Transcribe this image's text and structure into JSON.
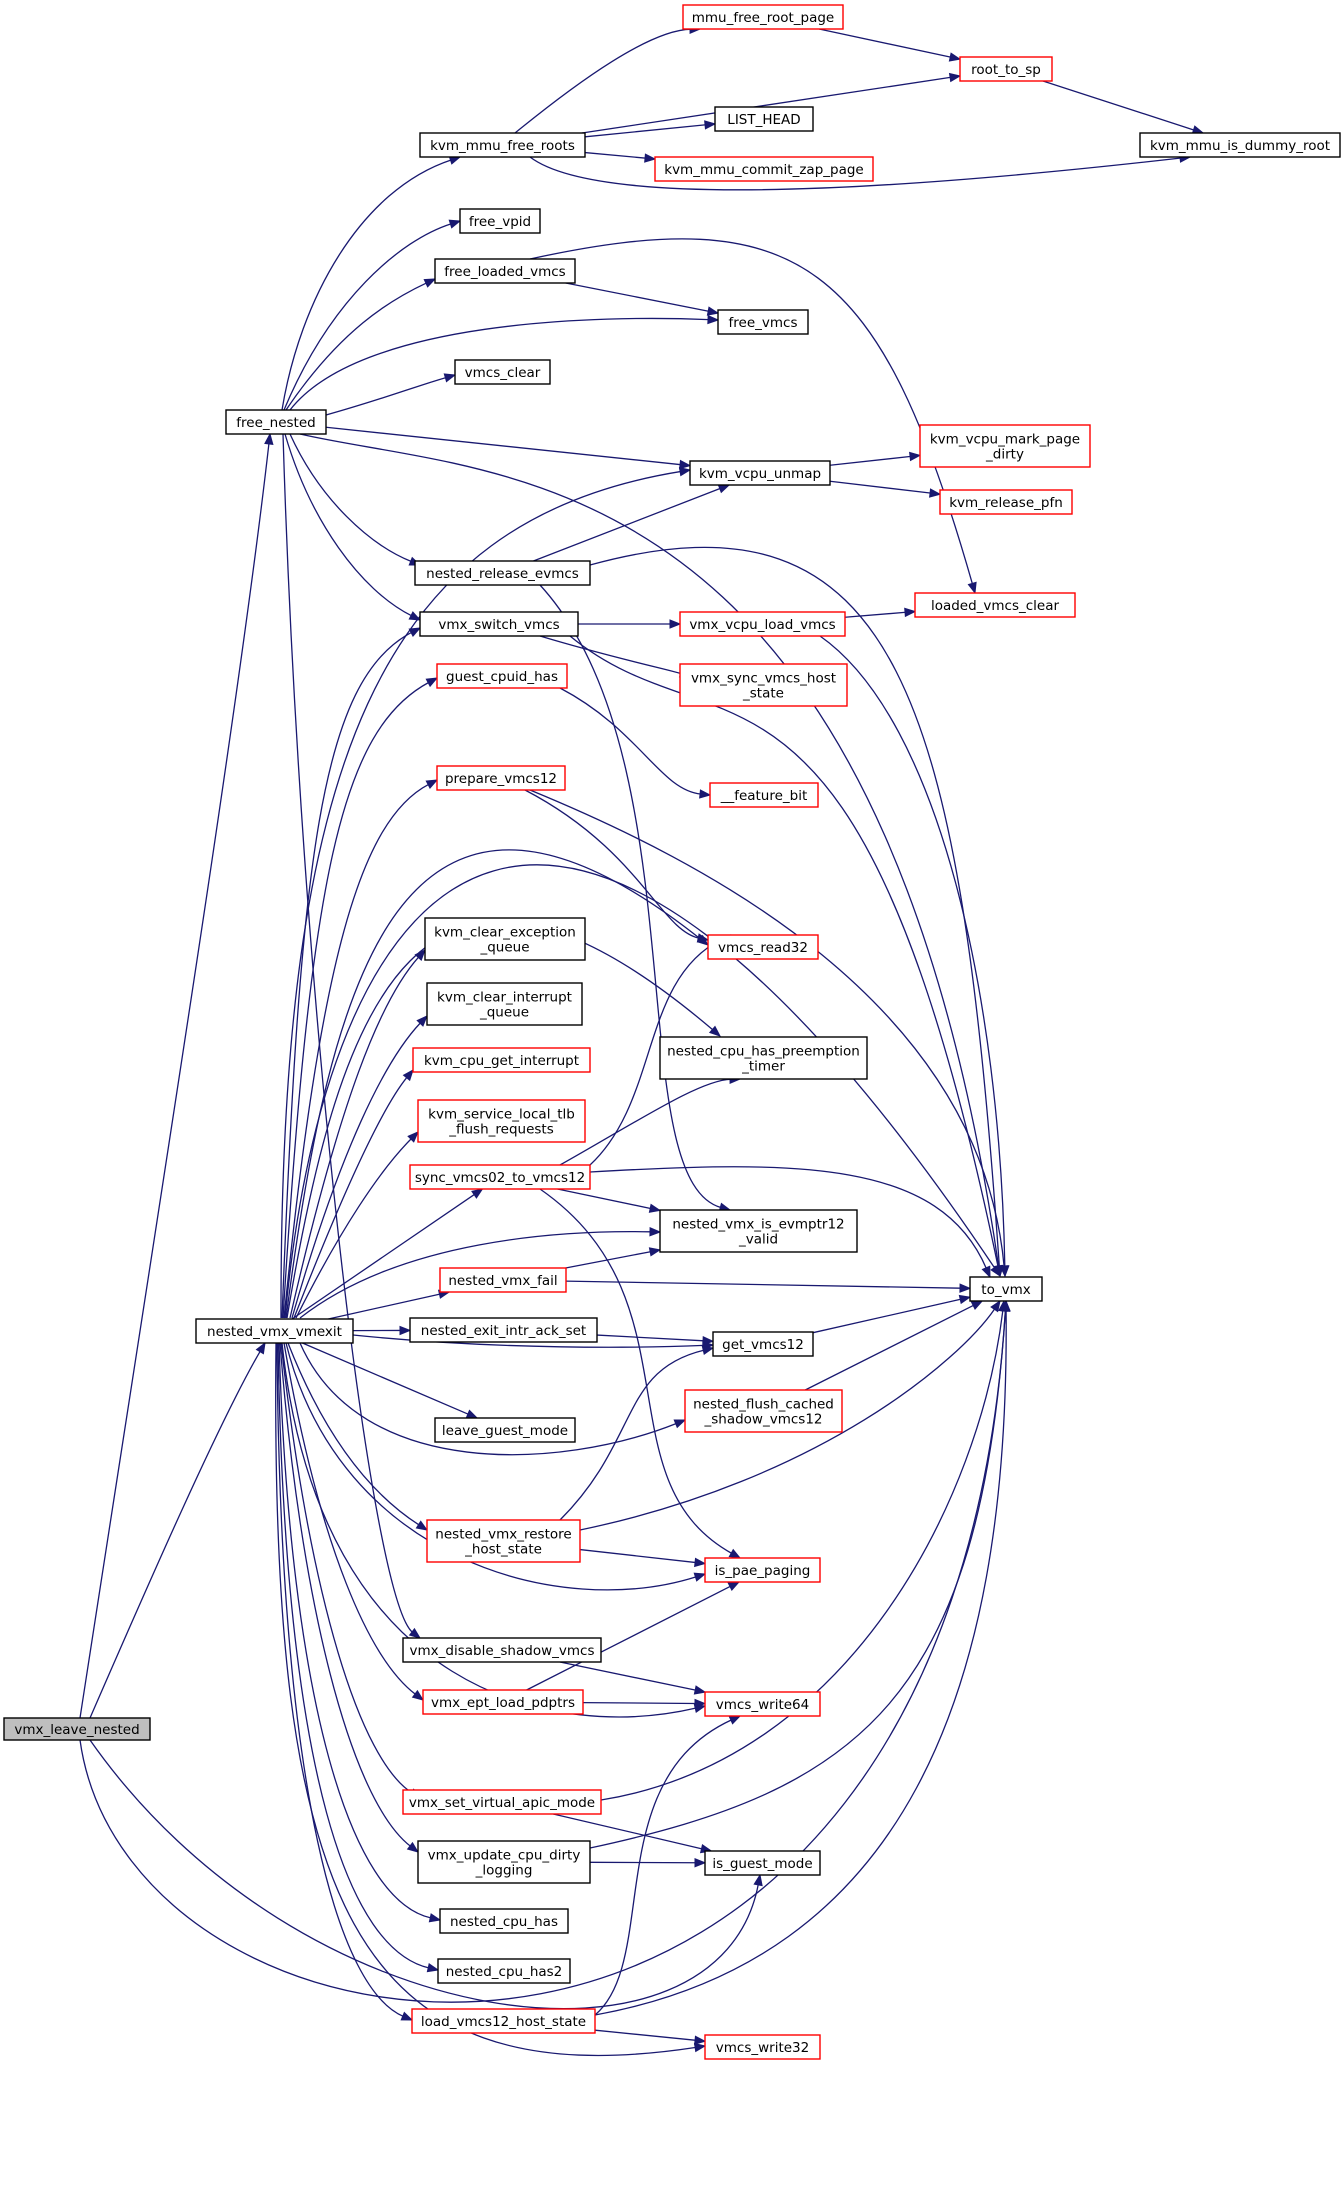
{
  "colors": {
    "edge": "#191970",
    "border_default": "#000000",
    "border_truncated": "#ff0000",
    "root_fill": "#bfbfbf"
  },
  "nodes": [
    {
      "id": "vmx_leave_nested",
      "lines": [
        "vmx_leave_nested"
      ],
      "style": "root"
    },
    {
      "id": "free_nested",
      "lines": [
        "free_nested"
      ],
      "style": "normal"
    },
    {
      "id": "nested_vmx_vmexit",
      "lines": [
        "nested_vmx_vmexit"
      ],
      "style": "normal"
    },
    {
      "id": "kvm_mmu_free_roots",
      "lines": [
        "kvm_mmu_free_roots"
      ],
      "style": "normal"
    },
    {
      "id": "free_vpid",
      "lines": [
        "free_vpid"
      ],
      "style": "normal"
    },
    {
      "id": "free_loaded_vmcs",
      "lines": [
        "free_loaded_vmcs"
      ],
      "style": "normal"
    },
    {
      "id": "vmcs_clear",
      "lines": [
        "vmcs_clear"
      ],
      "style": "normal"
    },
    {
      "id": "nested_release_evmcs",
      "lines": [
        "nested_release_evmcs"
      ],
      "style": "normal"
    },
    {
      "id": "vmx_switch_vmcs",
      "lines": [
        "vmx_switch_vmcs"
      ],
      "style": "normal"
    },
    {
      "id": "guest_cpuid_has",
      "lines": [
        "guest_cpuid_has"
      ],
      "style": "truncated"
    },
    {
      "id": "prepare_vmcs12",
      "lines": [
        "prepare_vmcs12"
      ],
      "style": "truncated"
    },
    {
      "id": "kvm_clear_exception_queue",
      "lines": [
        "kvm_clear_exception",
        "_queue"
      ],
      "style": "normal"
    },
    {
      "id": "kvm_clear_interrupt_queue",
      "lines": [
        "kvm_clear_interrupt",
        "_queue"
      ],
      "style": "normal"
    },
    {
      "id": "kvm_cpu_get_interrupt",
      "lines": [
        "kvm_cpu_get_interrupt"
      ],
      "style": "truncated"
    },
    {
      "id": "kvm_service_local_tlb_flush_requests",
      "lines": [
        "kvm_service_local_tlb",
        "_flush_requests"
      ],
      "style": "truncated"
    },
    {
      "id": "sync_vmcs02_to_vmcs12",
      "lines": [
        "sync_vmcs02_to_vmcs12"
      ],
      "style": "truncated"
    },
    {
      "id": "nested_vmx_fail",
      "lines": [
        "nested_vmx_fail"
      ],
      "style": "truncated"
    },
    {
      "id": "nested_exit_intr_ack_set",
      "lines": [
        "nested_exit_intr_ack_set"
      ],
      "style": "normal"
    },
    {
      "id": "leave_guest_mode",
      "lines": [
        "leave_guest_mode"
      ],
      "style": "normal"
    },
    {
      "id": "nested_vmx_restore_host_state",
      "lines": [
        "nested_vmx_restore",
        "_host_state"
      ],
      "style": "truncated"
    },
    {
      "id": "vmx_disable_shadow_vmcs",
      "lines": [
        "vmx_disable_shadow_vmcs"
      ],
      "style": "normal"
    },
    {
      "id": "vmx_ept_load_pdptrs",
      "lines": [
        "vmx_ept_load_pdptrs"
      ],
      "style": "truncated"
    },
    {
      "id": "vmx_set_virtual_apic_mode",
      "lines": [
        "vmx_set_virtual_apic_mode"
      ],
      "style": "truncated"
    },
    {
      "id": "vmx_update_cpu_dirty_logging",
      "lines": [
        "vmx_update_cpu_dirty",
        "_logging"
      ],
      "style": "normal"
    },
    {
      "id": "nested_cpu_has",
      "lines": [
        "nested_cpu_has"
      ],
      "style": "normal"
    },
    {
      "id": "nested_cpu_has2",
      "lines": [
        "nested_cpu_has2"
      ],
      "style": "normal"
    },
    {
      "id": "load_vmcs12_host_state",
      "lines": [
        "load_vmcs12_host_state"
      ],
      "style": "truncated"
    },
    {
      "id": "mmu_free_root_page",
      "lines": [
        "mmu_free_root_page"
      ],
      "style": "truncated"
    },
    {
      "id": "LIST_HEAD",
      "lines": [
        "LIST_HEAD"
      ],
      "style": "normal"
    },
    {
      "id": "kvm_mmu_commit_zap_page",
      "lines": [
        "kvm_mmu_commit_zap_page"
      ],
      "style": "truncated"
    },
    {
      "id": "free_vmcs",
      "lines": [
        "free_vmcs"
      ],
      "style": "normal"
    },
    {
      "id": "kvm_vcpu_unmap",
      "lines": [
        "kvm_vcpu_unmap"
      ],
      "style": "normal"
    },
    {
      "id": "vmx_vcpu_load_vmcs",
      "lines": [
        "vmx_vcpu_load_vmcs"
      ],
      "style": "truncated"
    },
    {
      "id": "vmx_sync_vmcs_host_state",
      "lines": [
        "vmx_sync_vmcs_host",
        "_state"
      ],
      "style": "truncated"
    },
    {
      "id": "feature_bit",
      "lines": [
        "__feature_bit"
      ],
      "style": "truncated"
    },
    {
      "id": "vmcs_read32",
      "lines": [
        "vmcs_read32"
      ],
      "style": "truncated"
    },
    {
      "id": "nested_cpu_has_preemption_timer",
      "lines": [
        "nested_cpu_has_preemption",
        "_timer"
      ],
      "style": "normal"
    },
    {
      "id": "nested_vmx_is_evmptr12_valid",
      "lines": [
        "nested_vmx_is_evmptr12",
        "_valid"
      ],
      "style": "normal"
    },
    {
      "id": "get_vmcs12",
      "lines": [
        "get_vmcs12"
      ],
      "style": "normal"
    },
    {
      "id": "nested_flush_cached_shadow_vmcs12",
      "lines": [
        "nested_flush_cached",
        "_shadow_vmcs12"
      ],
      "style": "truncated"
    },
    {
      "id": "is_pae_paging",
      "lines": [
        "is_pae_paging"
      ],
      "style": "truncated"
    },
    {
      "id": "vmcs_write64",
      "lines": [
        "vmcs_write64"
      ],
      "style": "truncated"
    },
    {
      "id": "is_guest_mode",
      "lines": [
        "is_guest_mode"
      ],
      "style": "normal"
    },
    {
      "id": "vmcs_write32",
      "lines": [
        "vmcs_write32"
      ],
      "style": "truncated"
    },
    {
      "id": "root_to_sp",
      "lines": [
        "root_to_sp"
      ],
      "style": "truncated"
    },
    {
      "id": "kvm_vcpu_mark_page_dirty",
      "lines": [
        "kvm_vcpu_mark_page",
        "_dirty"
      ],
      "style": "truncated"
    },
    {
      "id": "kvm_release_pfn",
      "lines": [
        "kvm_release_pfn"
      ],
      "style": "truncated"
    },
    {
      "id": "loaded_vmcs_clear",
      "lines": [
        "loaded_vmcs_clear"
      ],
      "style": "truncated"
    },
    {
      "id": "to_vmx",
      "lines": [
        "to_vmx"
      ],
      "style": "normal"
    },
    {
      "id": "kvm_mmu_is_dummy_root",
      "lines": [
        "kvm_mmu_is_dummy_root"
      ],
      "style": "normal"
    }
  ],
  "edges": [
    [
      "vmx_leave_nested",
      "free_nested"
    ],
    [
      "vmx_leave_nested",
      "nested_vmx_vmexit"
    ],
    [
      "vmx_leave_nested",
      "to_vmx"
    ],
    [
      "vmx_leave_nested",
      "is_guest_mode"
    ],
    [
      "free_nested",
      "kvm_mmu_free_roots"
    ],
    [
      "free_nested",
      "free_vpid"
    ],
    [
      "free_nested",
      "free_loaded_vmcs"
    ],
    [
      "free_nested",
      "free_vmcs"
    ],
    [
      "free_nested",
      "vmcs_clear"
    ],
    [
      "free_nested",
      "kvm_vcpu_unmap"
    ],
    [
      "free_nested",
      "to_vmx"
    ],
    [
      "free_nested",
      "nested_release_evmcs"
    ],
    [
      "free_nested",
      "vmx_switch_vmcs"
    ],
    [
      "free_nested",
      "vmx_disable_shadow_vmcs"
    ],
    [
      "kvm_mmu_free_roots",
      "mmu_free_root_page"
    ],
    [
      "kvm_mmu_free_roots",
      "root_to_sp"
    ],
    [
      "kvm_mmu_free_roots",
      "LIST_HEAD"
    ],
    [
      "kvm_mmu_free_roots",
      "kvm_mmu_commit_zap_page"
    ],
    [
      "kvm_mmu_free_roots",
      "kvm_mmu_is_dummy_root"
    ],
    [
      "mmu_free_root_page",
      "root_to_sp"
    ],
    [
      "root_to_sp",
      "kvm_mmu_is_dummy_root"
    ],
    [
      "free_loaded_vmcs",
      "free_vmcs"
    ],
    [
      "free_loaded_vmcs",
      "loaded_vmcs_clear"
    ],
    [
      "kvm_vcpu_unmap",
      "kvm_vcpu_mark_page_dirty"
    ],
    [
      "kvm_vcpu_unmap",
      "kvm_release_pfn"
    ],
    [
      "nested_release_evmcs",
      "kvm_vcpu_unmap"
    ],
    [
      "nested_release_evmcs",
      "to_vmx"
    ],
    [
      "nested_release_evmcs",
      "nested_vmx_is_evmptr12_valid"
    ],
    [
      "vmx_switch_vmcs",
      "vmx_vcpu_load_vmcs"
    ],
    [
      "vmx_switch_vmcs",
      "vmx_sync_vmcs_host_state"
    ],
    [
      "vmx_switch_vmcs",
      "to_vmx"
    ],
    [
      "vmx_vcpu_load_vmcs",
      "loaded_vmcs_clear"
    ],
    [
      "vmx_vcpu_load_vmcs",
      "to_vmx"
    ],
    [
      "guest_cpuid_has",
      "feature_bit"
    ],
    [
      "prepare_vmcs12",
      "vmcs_read32"
    ],
    [
      "prepare_vmcs12",
      "to_vmx"
    ],
    [
      "nested_vmx_vmexit",
      "vmx_switch_vmcs"
    ],
    [
      "nested_vmx_vmexit",
      "kvm_vcpu_unmap"
    ],
    [
      "nested_vmx_vmexit",
      "guest_cpuid_has"
    ],
    [
      "nested_vmx_vmexit",
      "to_vmx"
    ],
    [
      "nested_vmx_vmexit",
      "prepare_vmcs12"
    ],
    [
      "nested_vmx_vmexit",
      "vmcs_read32"
    ],
    [
      "nested_vmx_vmexit",
      "nested_cpu_has_preemption_timer"
    ],
    [
      "nested_vmx_vmexit",
      "kvm_clear_exception_queue"
    ],
    [
      "nested_vmx_vmexit",
      "kvm_clear_interrupt_queue"
    ],
    [
      "nested_vmx_vmexit",
      "kvm_cpu_get_interrupt"
    ],
    [
      "nested_vmx_vmexit",
      "kvm_service_local_tlb_flush_requests"
    ],
    [
      "nested_vmx_vmexit",
      "sync_vmcs02_to_vmcs12"
    ],
    [
      "nested_vmx_vmexit",
      "nested_vmx_is_evmptr12_valid"
    ],
    [
      "nested_vmx_vmexit",
      "nested_vmx_fail"
    ],
    [
      "nested_vmx_vmexit",
      "nested_exit_intr_ack_set"
    ],
    [
      "nested_vmx_vmexit",
      "get_vmcs12"
    ],
    [
      "nested_vmx_vmexit",
      "nested_flush_cached_shadow_vmcs12"
    ],
    [
      "nested_vmx_vmexit",
      "leave_guest_mode"
    ],
    [
      "nested_vmx_vmexit",
      "nested_vmx_restore_host_state"
    ],
    [
      "nested_vmx_vmexit",
      "is_pae_paging"
    ],
    [
      "nested_vmx_vmexit",
      "vmx_ept_load_pdptrs"
    ],
    [
      "nested_vmx_vmexit",
      "vmcs_write64"
    ],
    [
      "nested_vmx_vmexit",
      "vmx_set_virtual_apic_mode"
    ],
    [
      "nested_vmx_vmexit",
      "vmx_update_cpu_dirty_logging"
    ],
    [
      "nested_vmx_vmexit",
      "nested_cpu_has"
    ],
    [
      "nested_vmx_vmexit",
      "nested_cpu_has2"
    ],
    [
      "nested_vmx_vmexit",
      "load_vmcs12_host_state"
    ],
    [
      "nested_vmx_vmexit",
      "vmcs_write32"
    ],
    [
      "sync_vmcs02_to_vmcs12",
      "vmcs_read32"
    ],
    [
      "sync_vmcs02_to_vmcs12",
      "nested_cpu_has_preemption_timer"
    ],
    [
      "sync_vmcs02_to_vmcs12",
      "nested_vmx_is_evmptr12_valid"
    ],
    [
      "sync_vmcs02_to_vmcs12",
      "to_vmx"
    ],
    [
      "sync_vmcs02_to_vmcs12",
      "is_pae_paging"
    ],
    [
      "nested_vmx_fail",
      "nested_vmx_is_evmptr12_valid"
    ],
    [
      "nested_vmx_fail",
      "to_vmx"
    ],
    [
      "nested_exit_intr_ack_set",
      "get_vmcs12"
    ],
    [
      "get_vmcs12",
      "to_vmx"
    ],
    [
      "nested_flush_cached_shadow_vmcs12",
      "to_vmx"
    ],
    [
      "nested_vmx_restore_host_state",
      "get_vmcs12"
    ],
    [
      "nested_vmx_restore_host_state",
      "to_vmx"
    ],
    [
      "nested_vmx_restore_host_state",
      "is_pae_paging"
    ],
    [
      "vmx_disable_shadow_vmcs",
      "vmcs_write64"
    ],
    [
      "vmx_ept_load_pdptrs",
      "is_pae_paging"
    ],
    [
      "vmx_ept_load_pdptrs",
      "vmcs_write64"
    ],
    [
      "vmx_set_virtual_apic_mode",
      "to_vmx"
    ],
    [
      "vmx_set_virtual_apic_mode",
      "is_guest_mode"
    ],
    [
      "vmx_update_cpu_dirty_logging",
      "to_vmx"
    ],
    [
      "vmx_update_cpu_dirty_logging",
      "is_guest_mode"
    ],
    [
      "load_vmcs12_host_state",
      "vmcs_write64"
    ],
    [
      "load_vmcs12_host_state",
      "to_vmx"
    ],
    [
      "load_vmcs12_host_state",
      "vmcs_write32"
    ]
  ]
}
